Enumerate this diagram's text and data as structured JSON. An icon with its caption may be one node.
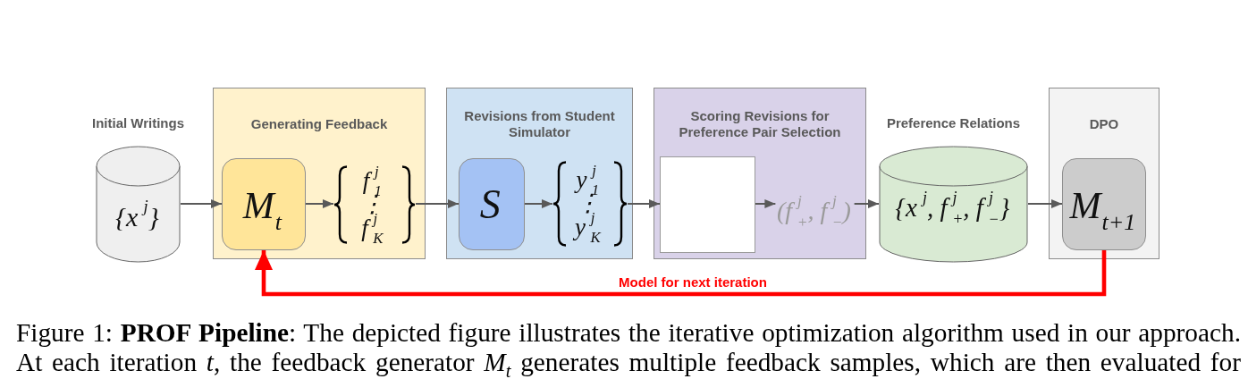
{
  "diagram": {
    "caption": "Figure 1: **PROF Pipeline**: The depicted figure illustrates the iterative optimization algorithm used in our approach. At each iteration *t*, the feedback generator *M*$_{t}$ generates multiple feedback samples, which are then evaluated for",
    "nodes": [
      {
        "text": [
          "Initial Writings",
          "{x$^{j}$}"
        ]
      },
      {
        "text": [
          "Generating Feedback"
        ]
      },
      {
        "text": [
          "M$_{t}$"
        ],
        "in": 1
      },
      {
        "text": [
          "f$^{j}$$_{1}$ ⋮ f$^{j}$$_{K}$"
        ],
        "in": 1
      },
      {
        "text": [
          "Revisions from Student Simulator"
        ]
      },
      {
        "text": [
          "S"
        ],
        "in": 4
      },
      {
        "text": [
          "y$^{j}$$_{1}$ ⋮ y$^{j}$$_{K}$"
        ],
        "in": 4
      },
      {
        "text": [
          "Scoring Revisions for Preference Pair Selection"
        ]
      },
      {
        "text": [],
        "shape": "box",
        "in": 7
      },
      {
        "text": [
          "(f$^{j}$$_{+}$, f$^{j}$$_{−}$)"
        ],
        "in": 7
      },
      {
        "text": [
          "Preference Relations",
          "{x$^{j}$, f$^{j}$$_{+}$, f$^{j}$$_{−}$}"
        ]
      },
      {
        "text": [
          "DPO"
        ]
      },
      {
        "text": [
          "M$_{t+1}$"
        ],
        "in": 11
      }
    ],
    "edges": [
      {
        "from": 0,
        "to": 2,
        "arrow": "to"
      },
      {
        "from": 2,
        "to": 3,
        "arrow": "to"
      },
      {
        "from": 3,
        "to": 5,
        "arrow": "to"
      },
      {
        "from": 5,
        "to": 6,
        "arrow": "to"
      },
      {
        "from": 6,
        "to": 8,
        "arrow": "to"
      },
      {
        "from": 8,
        "to": 9,
        "arrow": "to"
      },
      {
        "from": 9,
        "to": 10,
        "arrow": "to"
      },
      {
        "from": 10,
        "to": 12,
        "arrow": "to"
      },
      {
        "from": 12,
        "to": 2,
        "arrow": "to",
        "label": "Model for next iteration",
        "style": "thick",
        "color": "#ff0000"
      }
    ]
  }
}
